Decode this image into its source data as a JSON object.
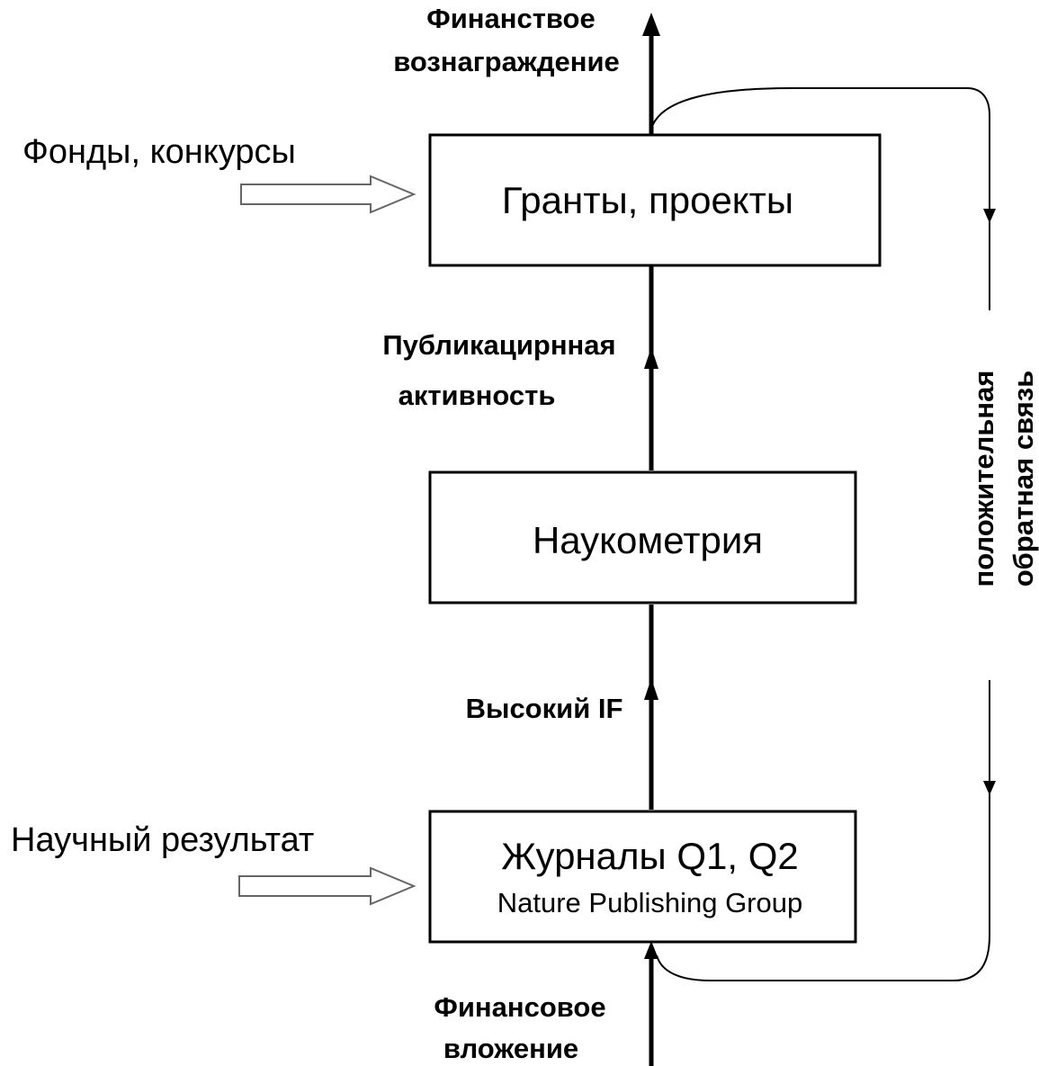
{
  "top_label": {
    "line1": "Финанствое",
    "line2": "вознаграждение"
  },
  "bottom_label": {
    "line1": "Финансовое",
    "line2": "вложение"
  },
  "inputs": {
    "funds": "Фонды, конкурсы",
    "science_result": "Научный результат"
  },
  "boxes": {
    "grants": "Гранты, проекты",
    "scientometrics": "Наукометрия",
    "journals_line1": "Журналы Q1, Q2",
    "journals_line2": "Nature Publishing Group"
  },
  "edges": {
    "publication_activity_line1": "Публикацирнная",
    "publication_activity_line2": "активность",
    "high_if": "Высокий IF"
  },
  "feedback_label": {
    "line1": "положительная",
    "line2": "обратная связь"
  }
}
